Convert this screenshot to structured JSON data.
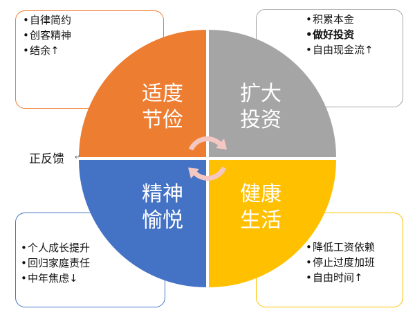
{
  "colors": {
    "top_left": "#ed7d31",
    "top_right": "#a5a5a5",
    "bottom_left": "#4472c4",
    "bottom_right": "#ffc000",
    "cycle_arrows": "#f4c7c3"
  },
  "quadrants": {
    "top_left": {
      "line1": "适度",
      "line2": "节俭"
    },
    "top_right": {
      "line1": "扩大",
      "line2": "投资"
    },
    "bottom_left": {
      "line1": "精神",
      "line2": "愉悦"
    },
    "bottom_right": {
      "line1": "健康",
      "line2": "生活"
    }
  },
  "boxes": {
    "top_left": {
      "items": [
        "自律简约",
        "创客精神",
        "结余↑"
      ]
    },
    "top_right": {
      "items": [
        "积累本金",
        "做好投资",
        "自由现金流↑"
      ]
    },
    "bottom_left": {
      "items": [
        "个人成长提升",
        "回归家庭责任",
        "中年焦虑↓"
      ]
    },
    "bottom_right": {
      "items": [
        "降低工资依赖",
        "停止过度加班",
        "自由时间↑"
      ]
    }
  },
  "feedback_label": "正反馈"
}
